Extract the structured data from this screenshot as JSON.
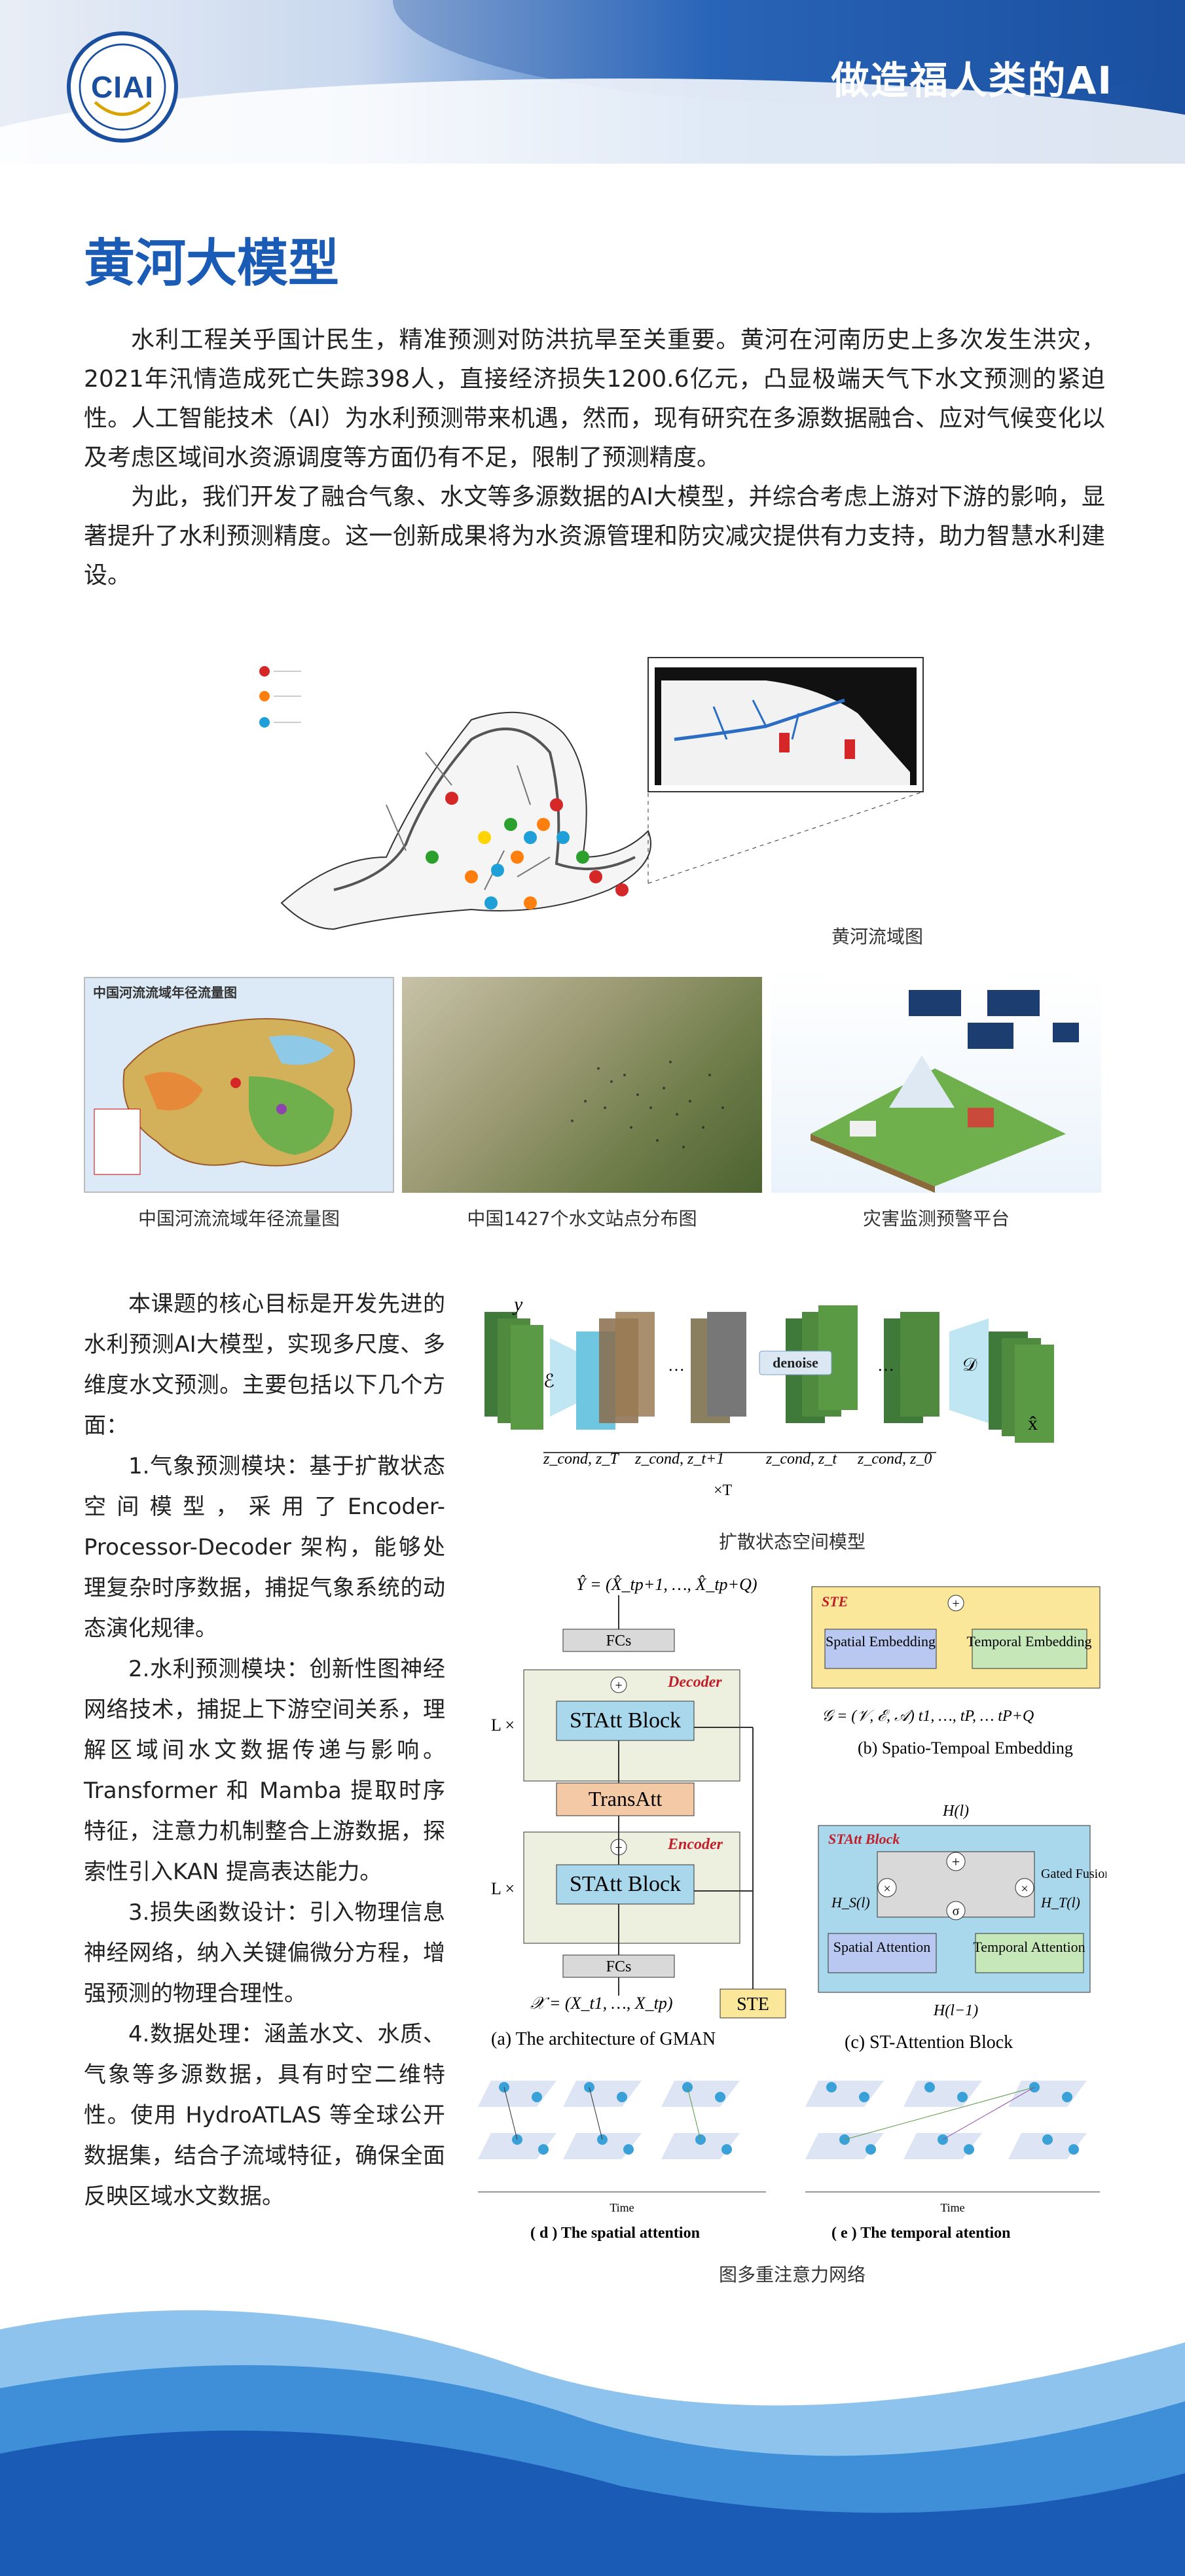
{
  "header": {
    "logo_text": "CIAI",
    "slogan": "做造福人类的AI"
  },
  "title": "黄河大模型",
  "intro": {
    "p1": "水利工程关乎国计民生，精准预测对防洪抗旱至关重要。黄河在河南历史上多次发生洪灾，2021年汛情造成死亡失踪398人，直接经济损失1200.6亿元，凸显极端天气下水文预测的紧迫性。人工智能技术（AI）为水利预测带来机遇，然而，现有研究在多源数据融合、应对气候变化以及考虑区域间水资源调度等方面仍有不足，限制了预测精度。",
    "p2": "为此，我们开发了融合气象、水文等多源数据的AI大模型，并综合考虑上游对下游的影响，显著提升了水利预测精度。这一创新成果将为水资源管理和防灾减灾提供有力支持，助力智慧水利建设。"
  },
  "figures": {
    "basin_caption": "黄河流域图",
    "map1_caption": "中国河流流域年径流量图",
    "map1_inset_title": "中国河流流域年径流量图",
    "map2_caption": "中国1427个水文站点分布图",
    "map3_caption": "灾害监测预警平台",
    "diffusion_caption": "扩散状态空间模型",
    "gman_caption": "图多重注意力网络"
  },
  "body": {
    "p1": "本课题的核心目标是开发先进的水利预测AI大模型，实现多尺度、多维度水文预测。主要包括以下几个方面：",
    "p2": "1.气象预测模块：基于扩散状态空间模型，采用了Encoder-Processor-Decoder 架构，能够处理复杂时序数据，捕捉气象系统的动态演化规律。",
    "p3": "2.水利预测模块：创新性图神经网络技术，捕捉上下游空间关系，理解区域间水文数据传递与影响。Transformer 和 Mamba 提取时序特征，注意力机制整合上游数据，探索性引入KAN 提高表达能力。",
    "p4": "3.损失函数设计：引入物理信息神经网络，纳入关键偏微分方程，增强预测的物理合理性。",
    "p5": "4.数据处理：涵盖水文、水质、气象等多源数据，具有时空二维特性。使用 HydroATLAS 等全球公开数据集，结合子流域特征，确保全面反映区域水文数据。"
  },
  "diffusion": {
    "y": "y",
    "enc": "ℰ",
    "dec": "𝒟",
    "denoise": "denoise",
    "xhat": "x̂",
    "z1": "z_cond, z_T",
    "z2": "z_cond, z_t+1",
    "z3": "z_cond, z_t",
    "z4": "z_cond, z_0",
    "times": "×T"
  },
  "gman": {
    "output": "Ŷ = (X̂_tp+1, …, X̂_tp+Q)",
    "fcs": "FCs",
    "decoder": "Decoder",
    "encoder": "Encoder",
    "statt": "STAtt Block",
    "transatt": "TransAtt",
    "lx": "L ×",
    "input": "𝒳 = (X_t1, …, X_tp)",
    "ste": "STE",
    "cap_a": "(a) The architecture of GMAN",
    "ste_title": "STE",
    "spatial_emb": "Spatial Embedding",
    "temporal_emb": "Temporal Embedding",
    "graph": "𝒢 = (𝒱, ℰ, 𝒜)  t1, …, tP, … tP+Q",
    "cap_b": "(b) Spatio-Tempoal Embedding",
    "statt_title": "STAtt Block",
    "h_out": "H(l)",
    "h_in": "H(l−1)",
    "hs": "H_S(l)",
    "ht": "H_T(l)",
    "gated": "Gated Fusion",
    "spatial_att": "Spatial Attention",
    "temporal_att": "Temporal Attention",
    "cap_c": "(c) ST-Attention Block",
    "cap_d": "( d ) The spatial attention",
    "cap_e": "( e ) The temporal atention",
    "time": "Time"
  },
  "colors": {
    "accent": "#1a5bb5",
    "header_dark": "#1a4f9f",
    "block_blue": "#a9d8ec",
    "transatt": "#f4c9a6",
    "ste_bg": "#fbe79a",
    "emb_blue": "#b8c8f0",
    "emb_green": "#c6e8b8",
    "decoder_red": "#c0202a"
  }
}
